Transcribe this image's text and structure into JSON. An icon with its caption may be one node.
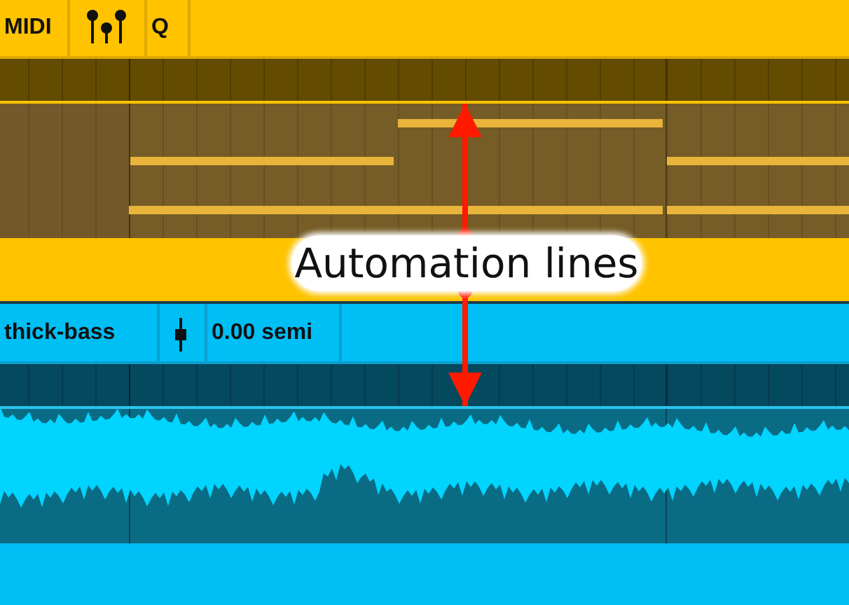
{
  "diagram": {
    "nodes": [
      {
        "text": [
          "Automation lines"
        ]
      },
      {
        "text": [],
        "shape": "bar"
      },
      {
        "text": [],
        "shape": "bar"
      }
    ],
    "edges": [
      {
        "from": 0,
        "to": 1,
        "arrow": "to"
      },
      {
        "from": 0,
        "to": 2,
        "arrow": "to"
      }
    ],
    "labels": [
      "MIDI",
      "Q",
      "thick-bass",
      "0.00 semi"
    ]
  }
}
